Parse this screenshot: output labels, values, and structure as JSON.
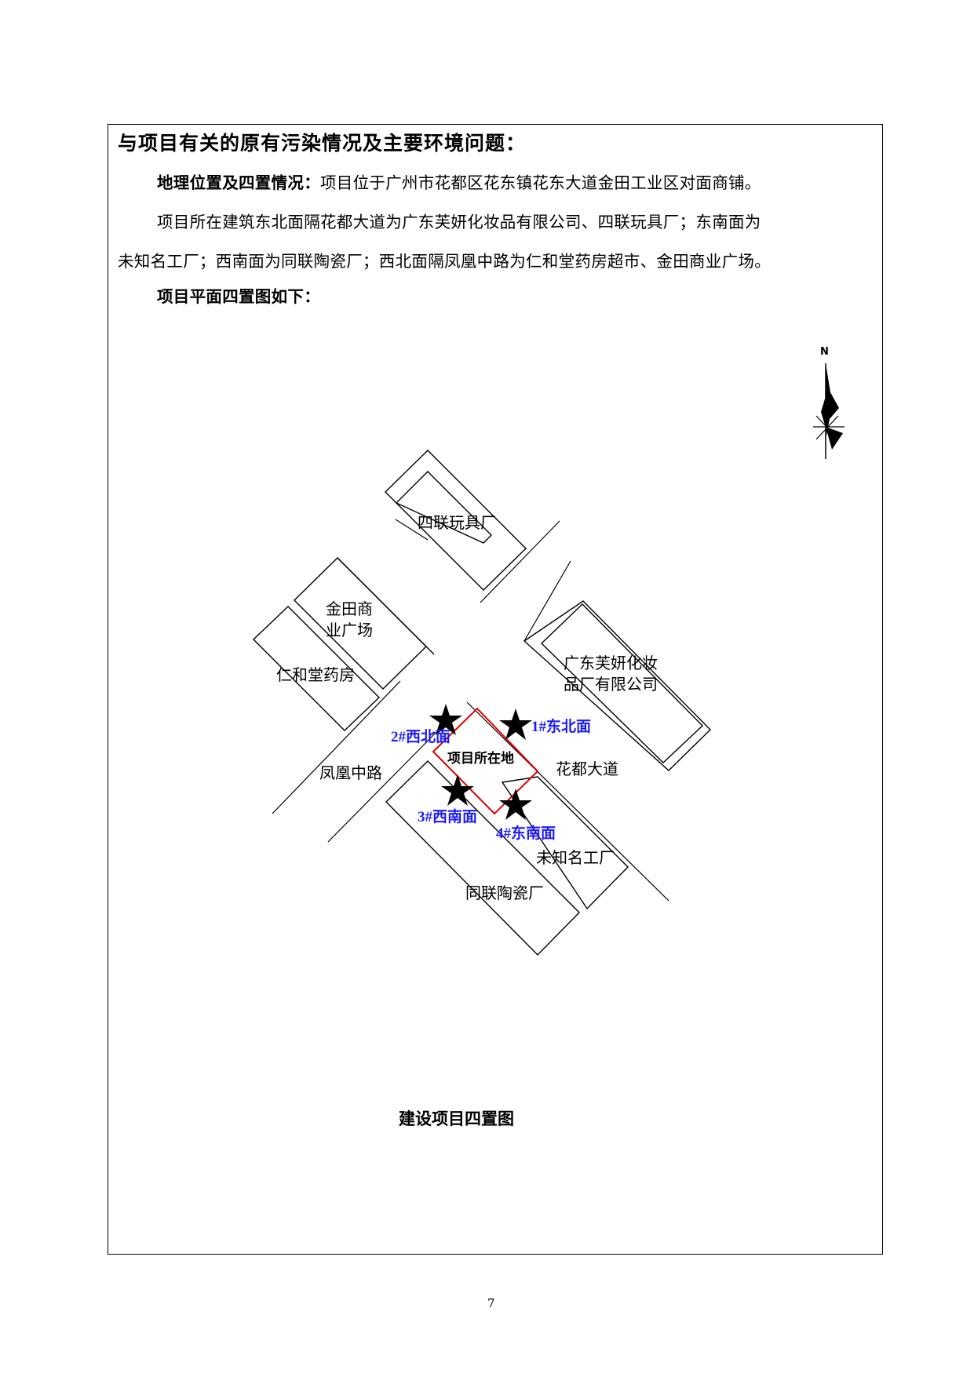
{
  "section": {
    "heading": "与项目有关的原有污染情况及主要环境问题："
  },
  "location": {
    "lead": "地理位置及四置情况：",
    "text": "项目位于广州市花都区花东镇花东大道金田工业区对面商铺。"
  },
  "surroundings": {
    "line1": "项目所在建筑东北面隔花都大道为广东芙妍化妆品有限公司、四联玩具厂；东南面为",
    "line2": "未知名工厂；西南面为同联陶瓷厂；西北面隔凤凰中路为仁和堂药房超市、金田商业广场。"
  },
  "figure_intro": "项目平面四置图如下：",
  "map": {
    "compass_label": "N",
    "buildings": {
      "silian": "四联玩具厂",
      "jintian_1": "金田商",
      "jintian_2": "业广场",
      "renhetang": "仁和堂药房",
      "furui_1": "广东芙妍化妆",
      "furui_2": "品厂有限公司",
      "weizhiming": "未知名工厂",
      "tonglian": "同联陶瓷厂"
    },
    "roads": {
      "huadu": "花都大道",
      "fenghuang": "凤凰中路"
    },
    "project_label": "项目所在地",
    "points": {
      "p1": "1#东北面",
      "p2": "2#西北面",
      "p3": "3#西南面",
      "p4": "4#东南面"
    },
    "colors": {
      "project_outline": "#e00000",
      "point_label": "#1a1aff"
    }
  },
  "caption": "建设项目四置图",
  "page_number": "7"
}
